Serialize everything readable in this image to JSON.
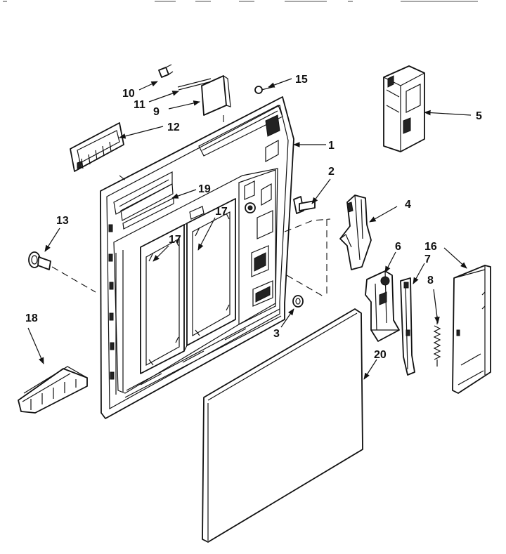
{
  "diagram": {
    "callouts": [
      {
        "id": "1",
        "text": "1"
      },
      {
        "id": "2",
        "text": "2"
      },
      {
        "id": "3",
        "text": "3"
      },
      {
        "id": "4",
        "text": "4"
      },
      {
        "id": "5",
        "text": "5"
      },
      {
        "id": "6",
        "text": "6"
      },
      {
        "id": "7",
        "text": "7"
      },
      {
        "id": "8",
        "text": "8"
      },
      {
        "id": "9",
        "text": "9"
      },
      {
        "id": "10",
        "text": "10"
      },
      {
        "id": "11",
        "text": "11"
      },
      {
        "id": "12",
        "text": "12"
      },
      {
        "id": "13",
        "text": "13"
      },
      {
        "id": "15",
        "text": "15"
      },
      {
        "id": "16",
        "text": "16"
      },
      {
        "id": "17a",
        "text": "17"
      },
      {
        "id": "17b",
        "text": "17"
      },
      {
        "id": "18",
        "text": "18"
      },
      {
        "id": "19",
        "text": "19"
      },
      {
        "id": "20",
        "text": "20"
      }
    ]
  }
}
